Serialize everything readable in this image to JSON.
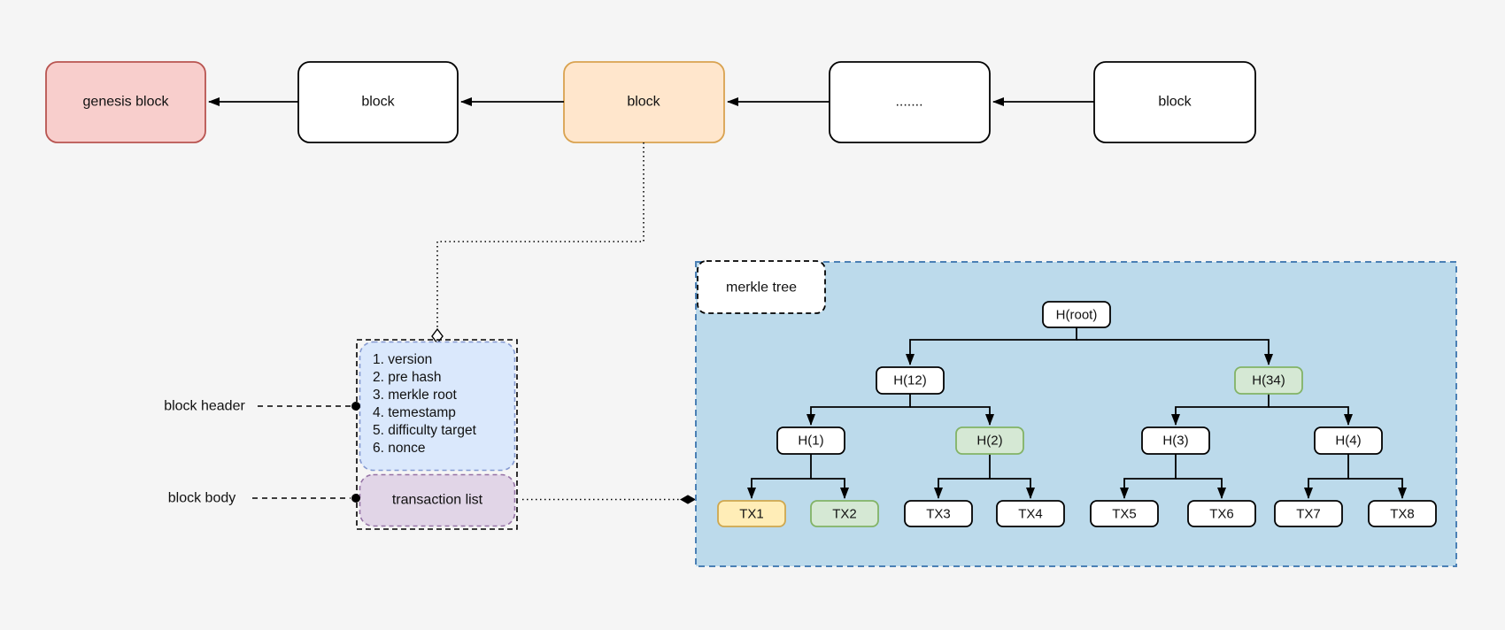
{
  "chain": {
    "blocks": [
      {
        "label": "genesis block"
      },
      {
        "label": "block"
      },
      {
        "label": "block"
      },
      {
        "label": "......."
      },
      {
        "label": "block"
      }
    ]
  },
  "block_detail": {
    "header_pointer_label": "block header",
    "body_pointer_label": "block body",
    "header_items": [
      "1. version",
      "2. pre hash",
      "3. merkle root",
      "4. temestamp",
      "5. difficulty target",
      "6. nonce"
    ],
    "transaction_list_label": "transaction list"
  },
  "merkle_tree": {
    "title": "merkle tree",
    "nodes": {
      "root": "H(root)",
      "h12": "H(12)",
      "h34": "H(34)",
      "h1": "H(1)",
      "h2": "H(2)",
      "h3": "H(3)",
      "h4": "H(4)"
    },
    "transactions": [
      "TX1",
      "TX2",
      "TX3",
      "TX4",
      "TX5",
      "TX6",
      "TX7",
      "TX8"
    ]
  },
  "colors": {
    "background": "#f5f5f5",
    "genesis_fill": "#f8cecc",
    "genesis_stroke": "#b85450",
    "highlight_block_fill": "#ffe6cc",
    "highlight_block_stroke": "#d9a24f",
    "header_box_fill": "#dae8fc",
    "header_box_stroke": "#8499d1",
    "body_box_fill": "#e1d5e7",
    "body_box_stroke": "#9673a6",
    "merkle_container_fill": "#bcdaeb",
    "merkle_container_stroke": "#4b80b5",
    "green_fill": "#d5e8d4",
    "green_stroke": "#82b366",
    "yellow_fill": "#ffedb7",
    "yellow_stroke": "#cfa74e"
  }
}
